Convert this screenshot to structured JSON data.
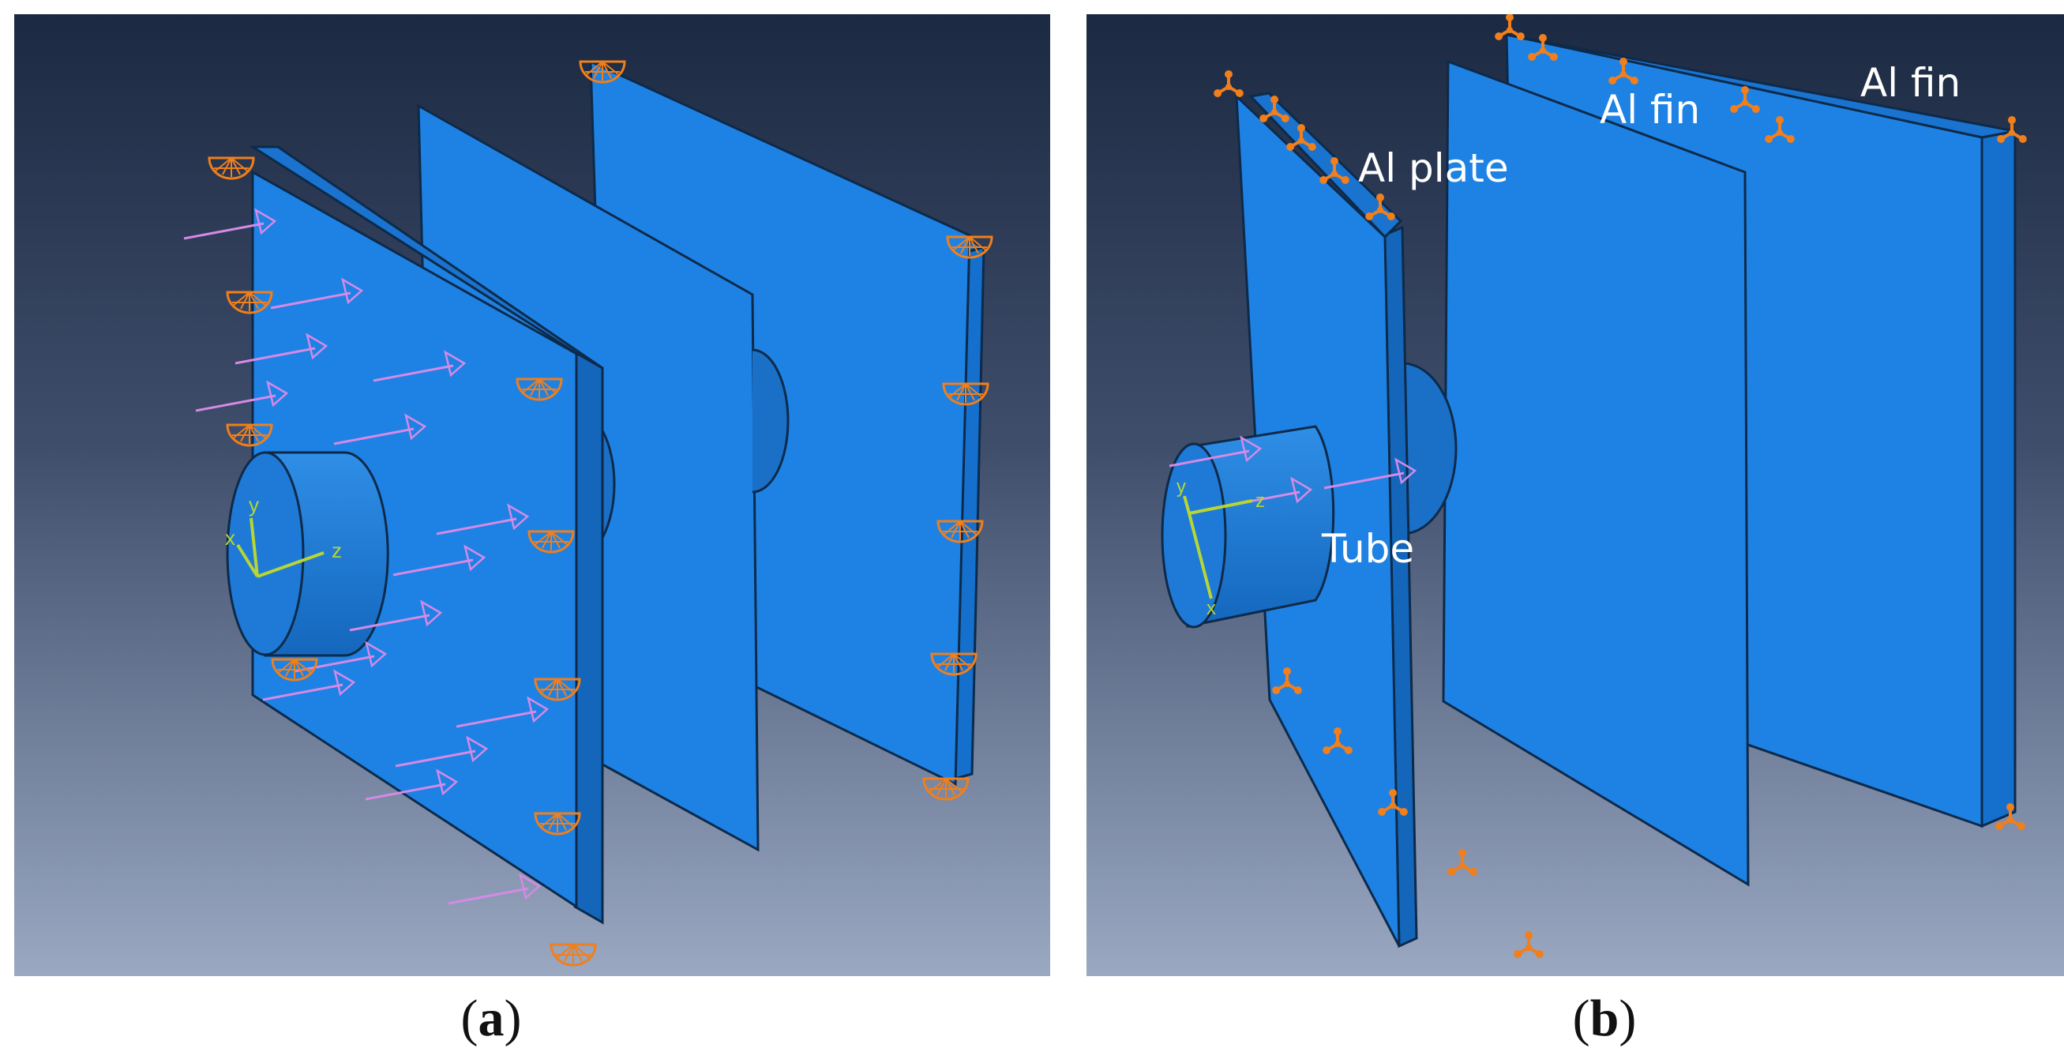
{
  "figure": {
    "panel_a": {
      "caption_open": "(",
      "caption_letter": "a",
      "caption_close": ")"
    },
    "panel_b": {
      "caption_open": "(",
      "caption_letter": "b",
      "caption_close": ")",
      "labels": {
        "plate": "Al plate",
        "fin_1": "Al fin",
        "fin_2": "Al fin",
        "tube": "Tube"
      }
    },
    "axis_triad": {
      "x": "x",
      "y": "y",
      "z": "z"
    }
  },
  "colors": {
    "viewport_top": "#1c2942",
    "viewport_bottom": "#9aa8c2",
    "plate_blue": "#1e82e4",
    "plate_edge": "#0d2a4a",
    "boundary_condition": "#f07f1c",
    "load_arrow": "#d58ae6",
    "triad": "#b7d635",
    "label_text": "#ffffff"
  }
}
